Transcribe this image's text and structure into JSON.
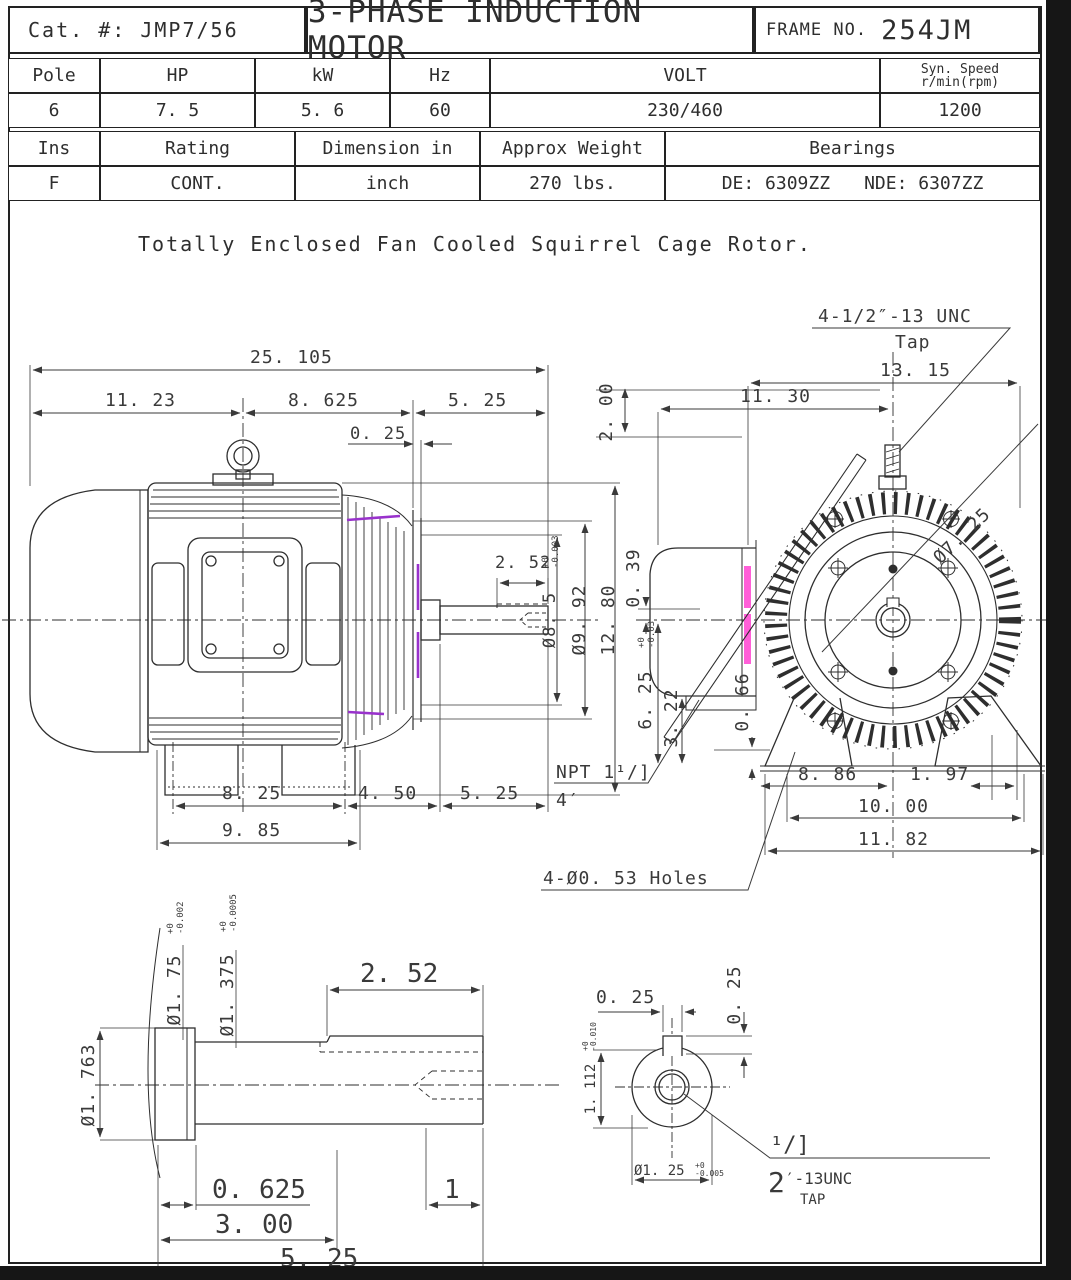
{
  "title_block": {
    "cat_no": "Cat. #: JMP7/56",
    "title": "3-PHASE INDUCTION MOTOR",
    "frame_label": "FRAME NO.",
    "frame_value": "254JM"
  },
  "ratings_table": {
    "headers": {
      "pole": "Pole",
      "hp": "HP",
      "kw": "kW",
      "hz": "Hz",
      "volt": "VOLT",
      "syn_line1": "Syn. Speed",
      "syn_line2": "r/min(rpm)"
    },
    "values": {
      "pole": "6",
      "hp": "7. 5",
      "kw": "5. 6",
      "hz": "60",
      "volt": "230/460",
      "syn": "1200"
    }
  },
  "details_table": {
    "headers": {
      "ins": "Ins",
      "rating": "Rating",
      "dimension": "Dimension in",
      "weight": "Approx Weight",
      "bearings": "Bearings"
    },
    "values": {
      "ins": "F",
      "rating": "CONT.",
      "dimension": "inch",
      "weight": "270 lbs.",
      "bearings_de": "DE: 6309ZZ",
      "bearings_nde": "NDE: 6307ZZ"
    }
  },
  "note": "Totally Enclosed Fan Cooled Squirrel Cage Rotor.",
  "side_view": {
    "len_total": "25. 105",
    "len_a": "11. 23",
    "len_b": "8. 625",
    "len_c": "5. 25",
    "off": "0. 25",
    "key_len": "2. 52",
    "pilot_dia": "Ø8. 5",
    "pilot_tol_p": "+0",
    "pilot_tol_m": "-0.003",
    "reg_dia": "Ø9. 92",
    "height": "12. 80",
    "feet_a": "8. 25",
    "feet_b": "4. 50",
    "shaft_len": "5. 25",
    "feet_c": "9. 85"
  },
  "front_view": {
    "eye_tap": "4-1/2″-13 UNC",
    "eye_tap2": "Tap",
    "w1": "13. 15",
    "w2": "11. 30",
    "h1": "2. 00",
    "h2": "0. 39",
    "h3": "6. 25",
    "h3_tol_p": "+0",
    "h3_tol_m": "-0.03",
    "h4": "3. 22",
    "h5": "0. 66",
    "bc_dia": "Ø7. 25",
    "npt1": "NPT 1¹/]",
    "npt2": "4′",
    "holes": "4-Ø0. 53 Holes",
    "b1": "8. 86",
    "b2": "1. 97",
    "b3": "10. 00",
    "b4": "11. 82"
  },
  "shaft_detail": {
    "dia_a": "Ø1. 763",
    "dia_b": "Ø1. 75",
    "dia_b_tp": "+0",
    "dia_b_tm": "-0.002",
    "dia_c": "Ø1. 375",
    "dia_c_tp": "+0",
    "dia_c_tm": "-0.0005",
    "key_len": "2. 52",
    "l1": "0. 625",
    "l2": "3. 00",
    "l3": "5. 25",
    "l4": "1"
  },
  "keyway_detail": {
    "kw": "0. 25",
    "kh": "0. 25",
    "depth": "1. 112",
    "depth_tp": "+0",
    "depth_tm": "-0.010",
    "dia": "Ø1. 25",
    "dia_tp": "+0",
    "dia_tm": "-0.005",
    "tap_frac": "¹/]",
    "tap_main": "2",
    "tap_rest": "′-13UNC",
    "tap_word": "TAP"
  },
  "colors": {
    "line": "#2e2e2e",
    "magenta": "#ff5fd8",
    "purple": "#9932cc"
  }
}
